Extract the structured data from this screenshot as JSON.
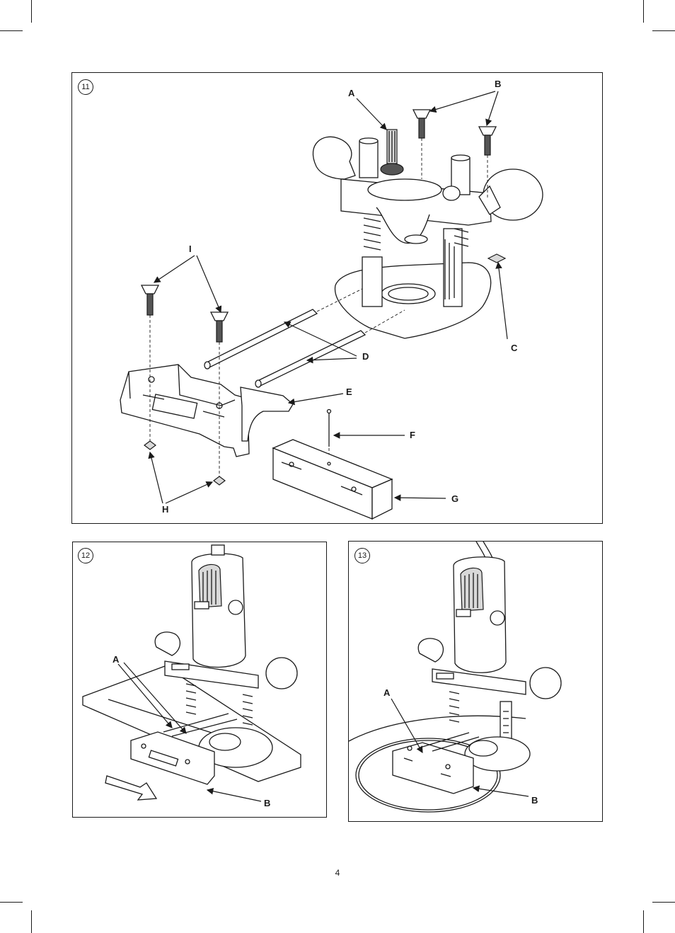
{
  "page_number": "4",
  "figures": [
    {
      "id": "fig11",
      "number": "11",
      "callouts": {
        "A": "A",
        "B": "B",
        "C": "C",
        "D": "D",
        "E": "E",
        "F": "F",
        "G": "G",
        "H": "H",
        "I": "I"
      }
    },
    {
      "id": "fig12",
      "number": "12",
      "callouts": {
        "A": "A",
        "B": "B"
      }
    },
    {
      "id": "fig13",
      "number": "13",
      "callouts": {
        "A": "A",
        "B": "B"
      }
    }
  ]
}
